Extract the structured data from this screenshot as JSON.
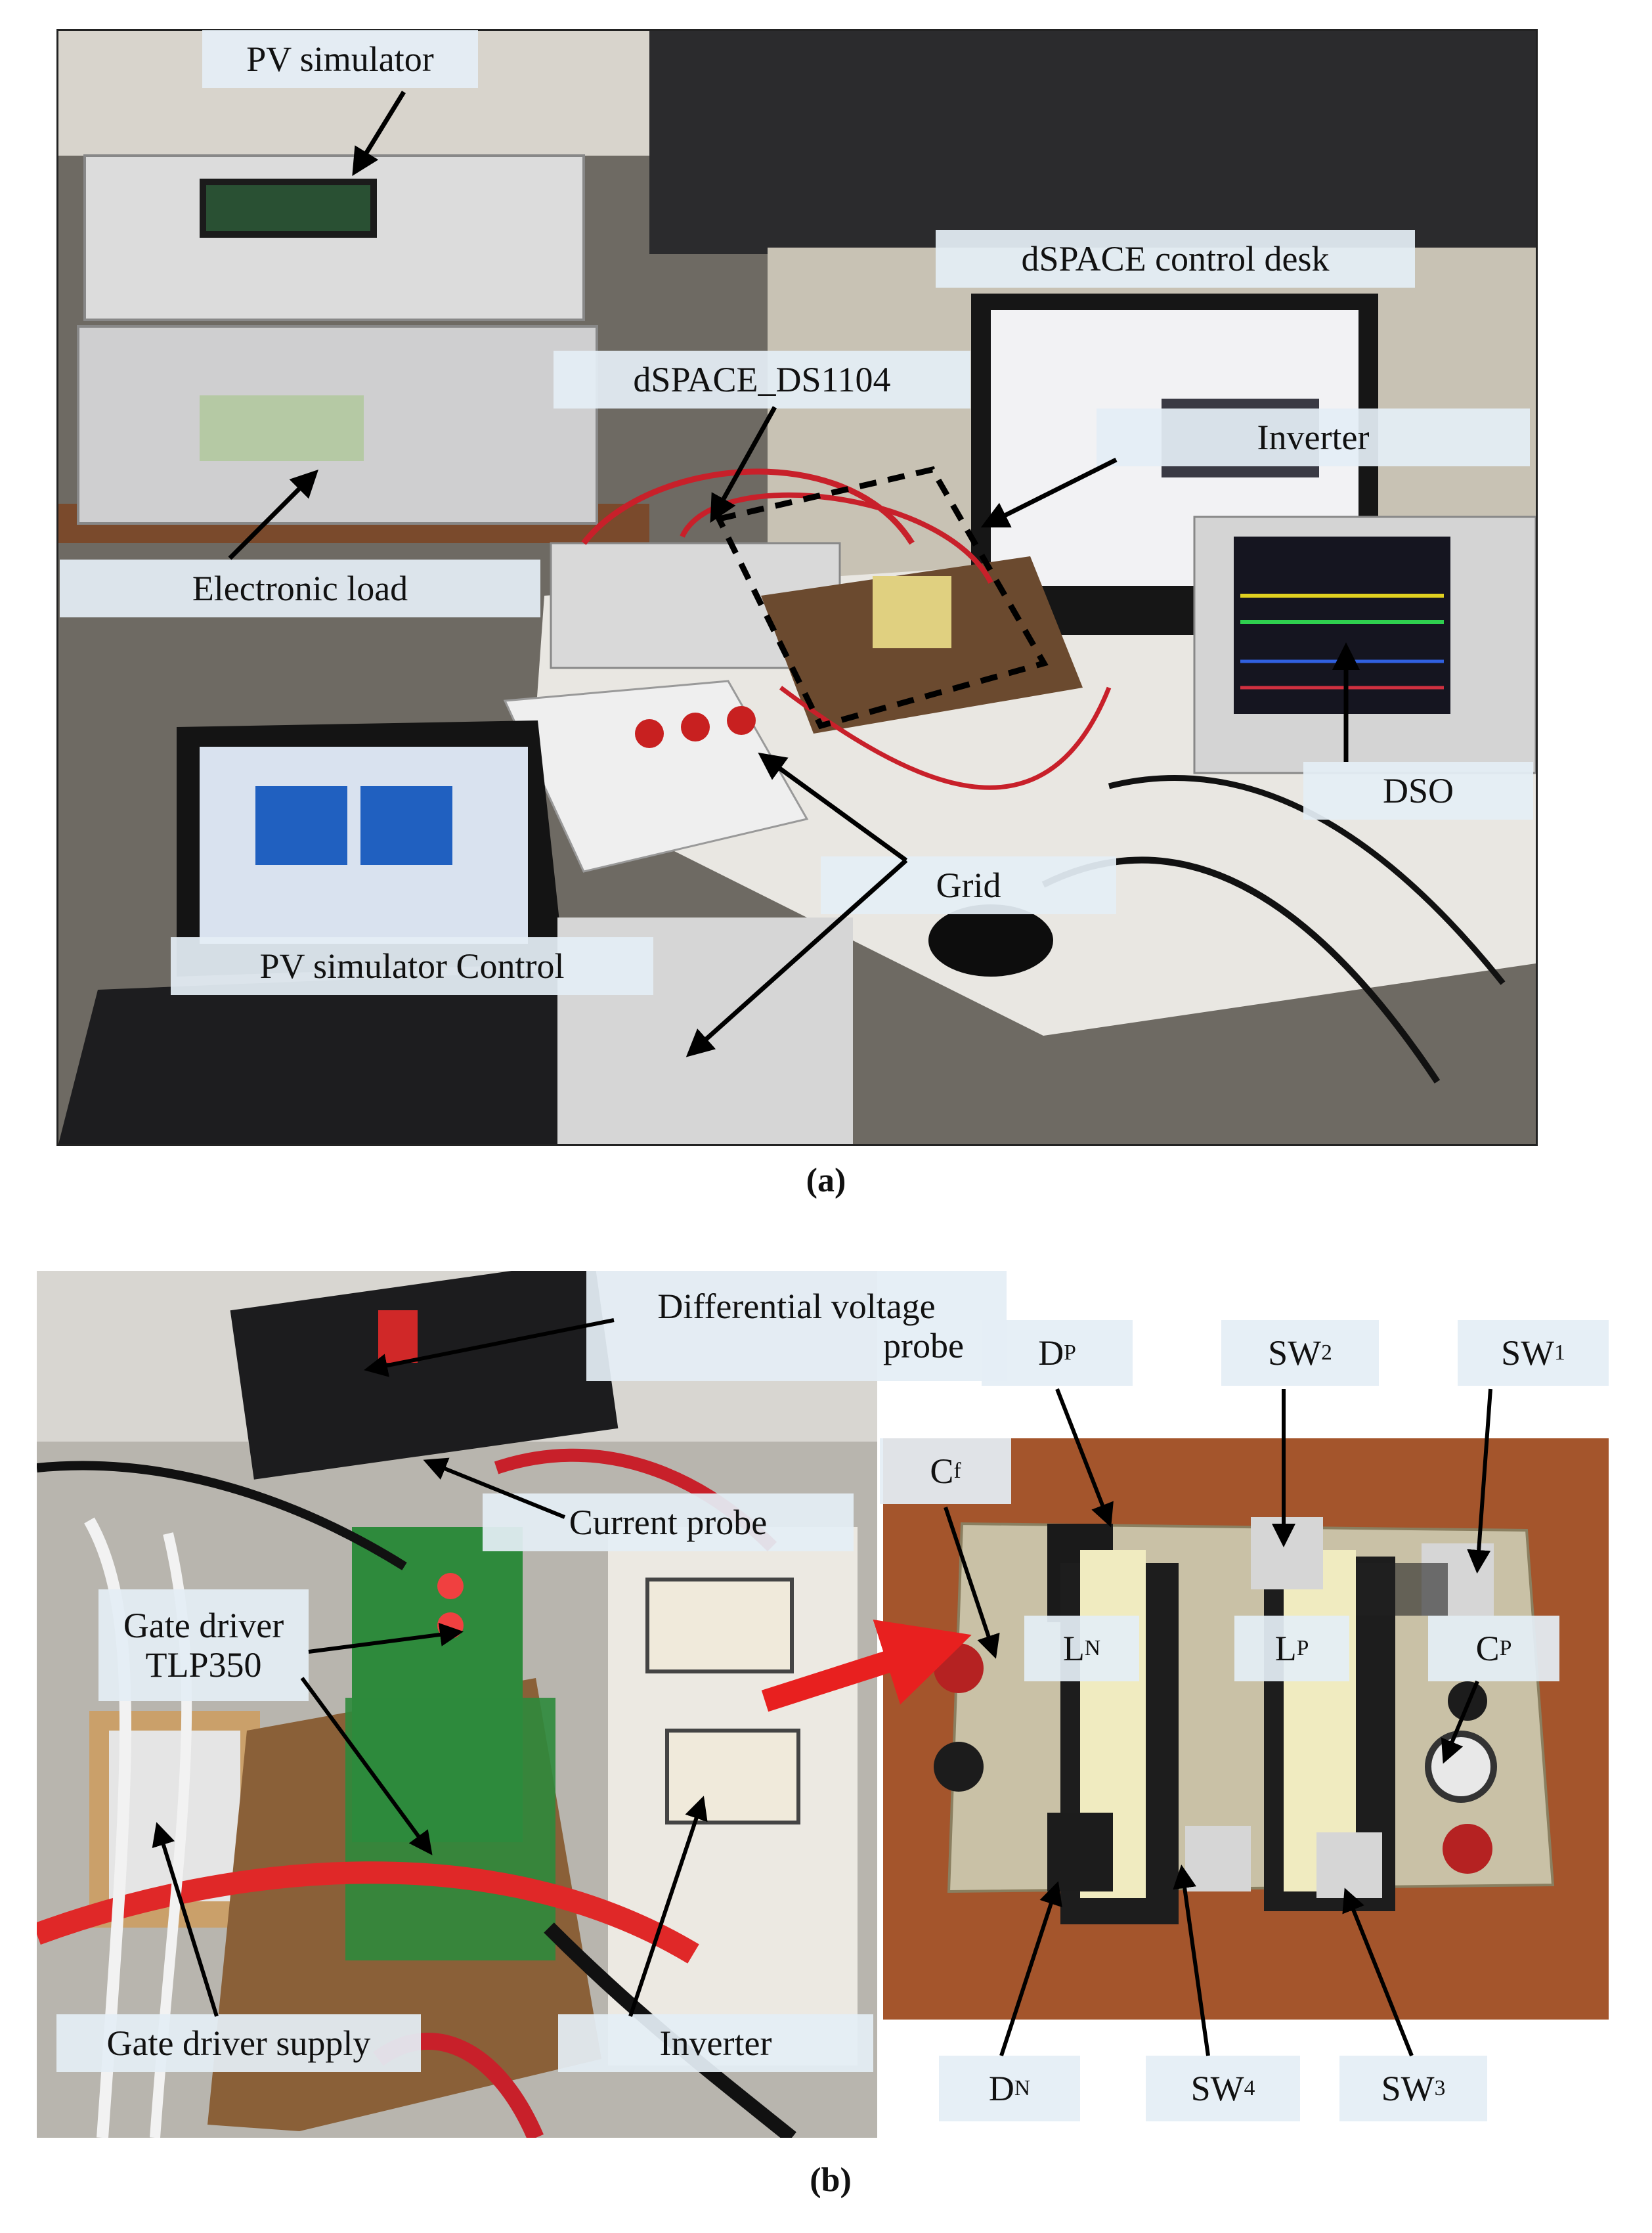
{
  "panel_a": {
    "caption": "(a)",
    "labels": {
      "pv_simulator": "PV simulator",
      "dspace_control_desk": "dSPACE control desk",
      "dspace_ds1104": "dSPACE_DS1104",
      "inverter": "Inverter",
      "electronic_load": "Electronic load",
      "dso": "DSO",
      "grid": "Grid",
      "pv_simulator_control": "PV simulator Control"
    }
  },
  "panel_b": {
    "caption": "(b)",
    "labels": {
      "diff_probe_l1": "Differential voltage",
      "diff_probe_l2": "probe",
      "current_probe": "Current probe",
      "gate_driver_l1": "Gate driver",
      "gate_driver_l2": "TLP350",
      "gate_driver_supply": "Gate driver supply",
      "inverter": "Inverter"
    },
    "components": {
      "dp": {
        "main": "D",
        "sub": "P"
      },
      "sw2": {
        "main": "SW",
        "sub": "2"
      },
      "sw1": {
        "main": "SW",
        "sub": "1"
      },
      "cf": {
        "main": "C",
        "sub": "f"
      },
      "ln": {
        "main": "L",
        "sub": "N"
      },
      "lp": {
        "main": "L",
        "sub": "P"
      },
      "cp": {
        "main": "C",
        "sub": "P"
      },
      "dn": {
        "main": "D",
        "sub": "N"
      },
      "sw4": {
        "main": "SW",
        "sub": "4"
      },
      "sw3": {
        "main": "SW",
        "sub": "3"
      }
    }
  }
}
